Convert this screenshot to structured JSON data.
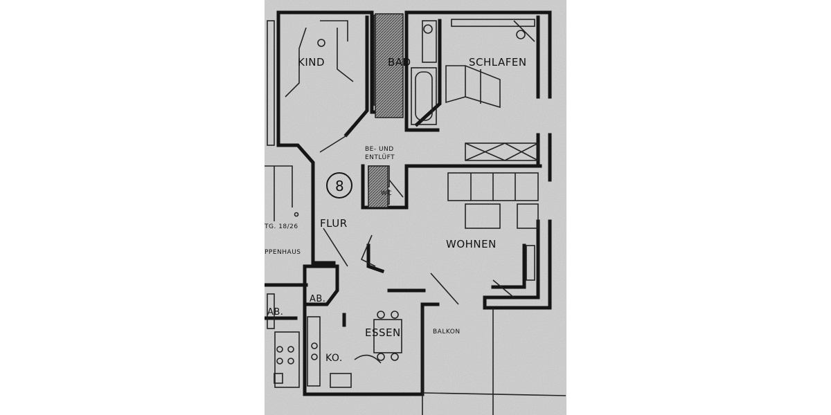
{
  "labels": {
    "kind": "KIND",
    "bad": "BAD",
    "schlafen": "SCHLAFEN",
    "be_und": "BE- UND",
    "entluft": "ENTLÜFT",
    "unit_number": "8",
    "flur": "FLUR",
    "wohnen": "WOHNEN",
    "stg": "TG. 18/26",
    "treppenhaus": "PPENHAUS",
    "ab_left": "AB.",
    "ab": "AB.",
    "essen": "ESSEN",
    "balkon": "BALKON",
    "kueche": "KO.",
    "wc": "WC"
  },
  "colors": {
    "background": "#cfcfcf",
    "wall": "#151515",
    "line": "#222222"
  }
}
